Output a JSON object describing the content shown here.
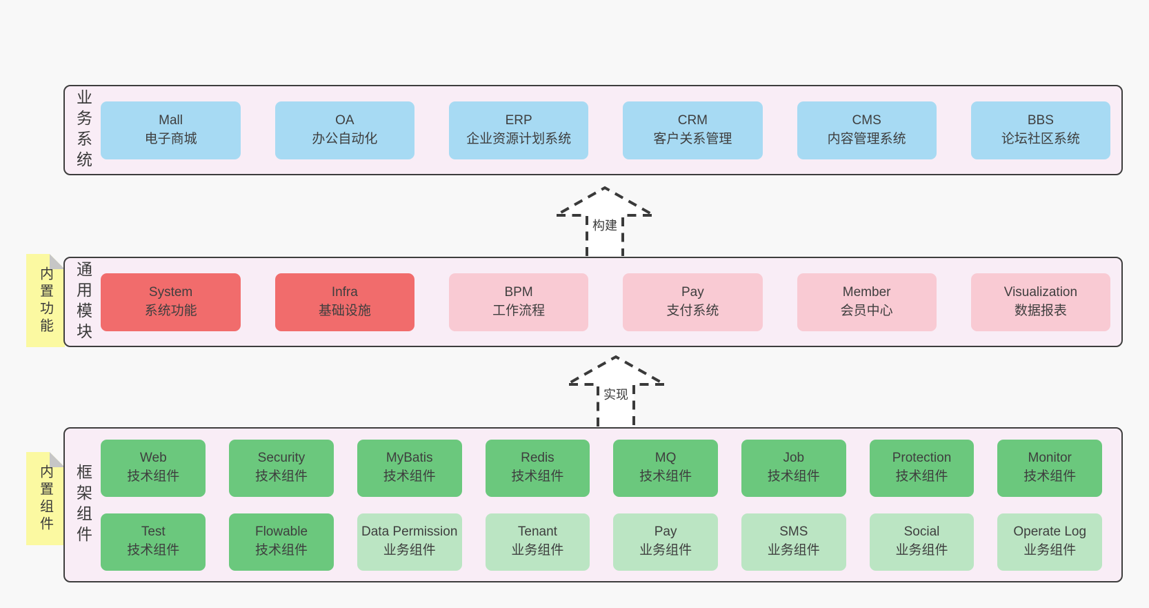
{
  "page": {
    "background": "#f8f8f8"
  },
  "colors": {
    "band_background": "#f9edf6",
    "band_border": "#3d3d3d",
    "box_blue": "#a7daf3",
    "box_red": "#f16c6c",
    "box_pink": "#f9cad3",
    "box_green_dark": "#6bc87d",
    "box_green_light": "#bbe5c3",
    "sticky_yellow": "#fbf9a1",
    "sticky_fold_gray": "#c6c6c6",
    "text": "#3e3e3e"
  },
  "arrows": [
    {
      "label": "构建"
    },
    {
      "label": "实现"
    }
  ],
  "bands": [
    {
      "label": "业务系统",
      "boxes": [
        {
          "title": "Mall",
          "subtitle": "电子商城"
        },
        {
          "title": "OA",
          "subtitle": "办公自动化"
        },
        {
          "title": "ERP",
          "subtitle": "企业资源计划系统"
        },
        {
          "title": "CRM",
          "subtitle": "客户关系管理"
        },
        {
          "title": "CMS",
          "subtitle": "内容管理系统"
        },
        {
          "title": "BBS",
          "subtitle": "论坛社区系统"
        }
      ]
    },
    {
      "label": "通用模块",
      "sticky": "内置功能",
      "boxes": [
        {
          "title": "System",
          "subtitle": "系统功能"
        },
        {
          "title": "Infra",
          "subtitle": "基础设施"
        },
        {
          "title": "BPM",
          "subtitle": "工作流程"
        },
        {
          "title": "Pay",
          "subtitle": "支付系统"
        },
        {
          "title": "Member",
          "subtitle": "会员中心"
        },
        {
          "title": "Visualization",
          "subtitle": "数据报表"
        }
      ]
    },
    {
      "label": "框架组件",
      "sticky": "内置组件",
      "rows": [
        [
          {
            "title": "Web",
            "subtitle": "技术组件"
          },
          {
            "title": "Security",
            "subtitle": "技术组件"
          },
          {
            "title": "MyBatis",
            "subtitle": "技术组件"
          },
          {
            "title": "Redis",
            "subtitle": "技术组件"
          },
          {
            "title": "MQ",
            "subtitle": "技术组件"
          },
          {
            "title": "Job",
            "subtitle": "技术组件"
          },
          {
            "title": "Protection",
            "subtitle": "技术组件"
          },
          {
            "title": "Monitor",
            "subtitle": "技术组件"
          }
        ],
        [
          {
            "title": "Test",
            "subtitle": "技术组件"
          },
          {
            "title": "Flowable",
            "subtitle": "技术组件"
          },
          {
            "title": "Data Permission",
            "subtitle": "业务组件"
          },
          {
            "title": "Tenant",
            "subtitle": "业务组件"
          },
          {
            "title": "Pay",
            "subtitle": "业务组件"
          },
          {
            "title": "SMS",
            "subtitle": "业务组件"
          },
          {
            "title": "Social",
            "subtitle": "业务组件"
          },
          {
            "title": "Operate Log",
            "subtitle": "业务组件"
          }
        ]
      ]
    }
  ]
}
